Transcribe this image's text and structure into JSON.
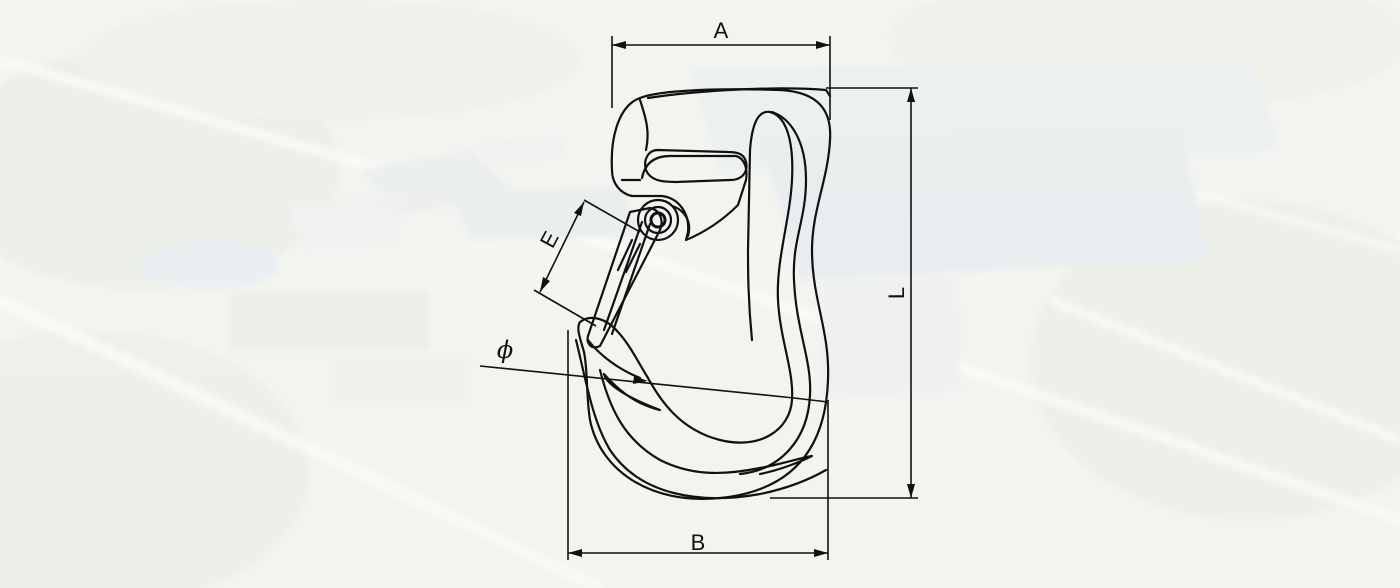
{
  "diagram": {
    "dimensions": {
      "width_top": "A",
      "width_bottom": "B",
      "length": "L",
      "gate_opening": "E",
      "diameter": "ϕ"
    }
  }
}
